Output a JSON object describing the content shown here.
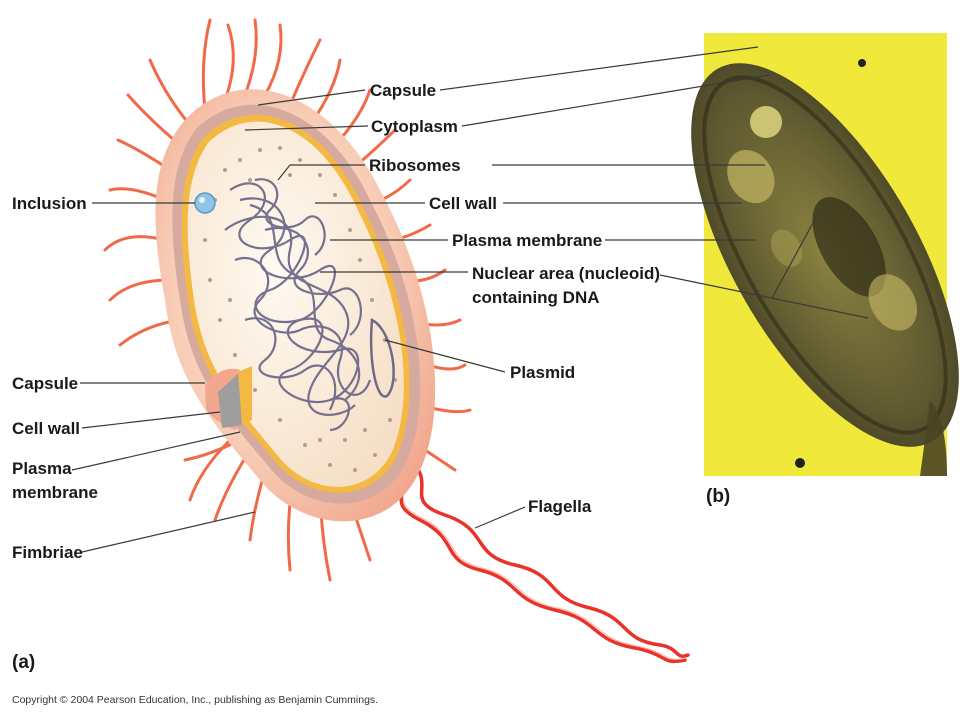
{
  "panels": {
    "a": "(a)",
    "b": "(b)"
  },
  "labels": {
    "capsule_top": "Capsule",
    "cytoplasm": "Cytoplasm",
    "ribosomes": "Ribosomes",
    "inclusion": "Inclusion",
    "cell_wall_top": "Cell wall",
    "plasma_membrane_top": "Plasma membrane",
    "nucleoid_line1": "Nuclear area (nucleoid)",
    "nucleoid_line2": "containing DNA",
    "plasmid": "Plasmid",
    "capsule_left": "Capsule",
    "cell_wall_left": "Cell wall",
    "plasma_membrane_left_line1": "Plasma",
    "plasma_membrane_left_line2": "membrane",
    "fimbriae": "Fimbriae",
    "flagella": "Flagella"
  },
  "copyright": "Copyright © 2004 Pearson Education, Inc., publishing as Benjamin Cummings.",
  "colors": {
    "capsule": "#f6c9b0",
    "cell_wall": "#c99a8c",
    "cytoplasm": "#fbeee0",
    "membrane": "#f4b942",
    "dna": "#6f6a8a",
    "fimbriae": "#f06a4a",
    "flagella": "#e8322a",
    "micrograph_bg": "#f0e83a",
    "micrograph_cell": "#5c5630"
  }
}
